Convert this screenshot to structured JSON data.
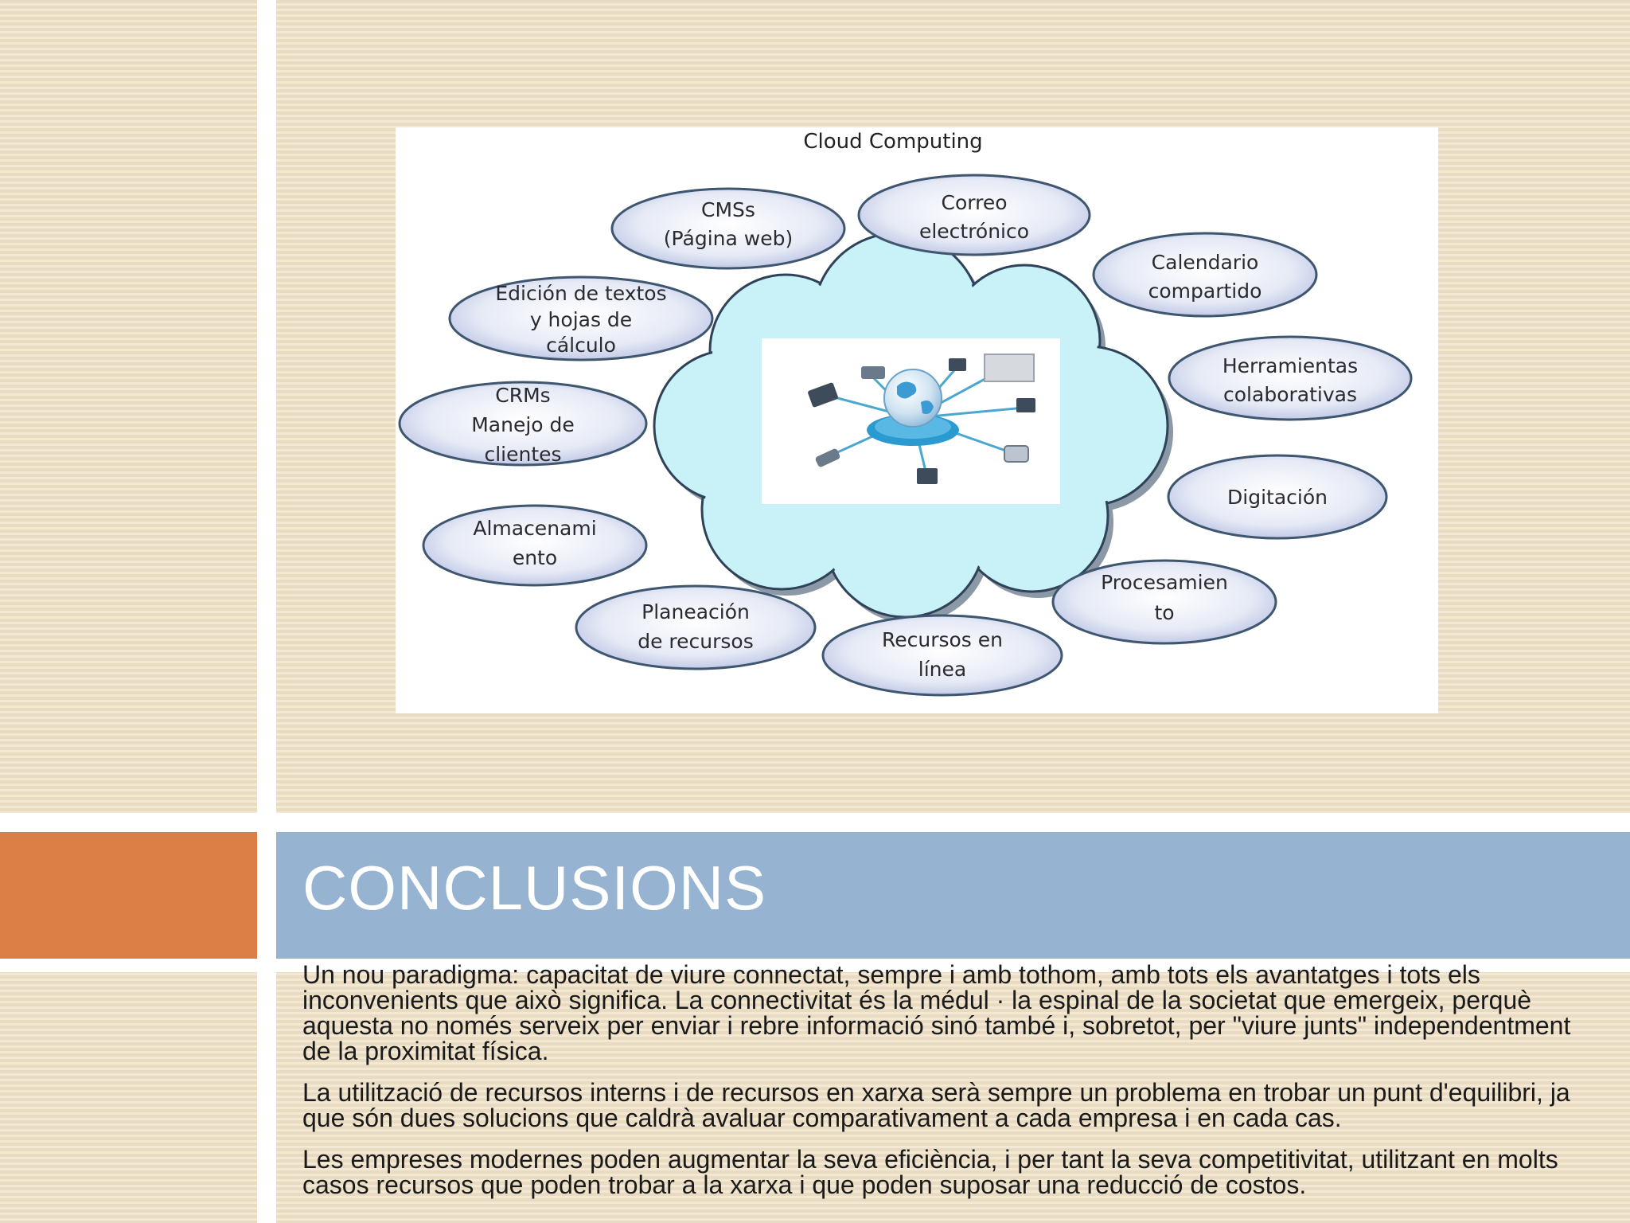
{
  "figure": {
    "title": "Cloud Computing",
    "nodes": [
      {
        "lines": [
          "CMSs",
          "(Página web)"
        ]
      },
      {
        "lines": [
          "Correo",
          "electrónico"
        ]
      },
      {
        "lines": [
          "Calendario",
          "compartido"
        ]
      },
      {
        "lines": [
          "Herramientas",
          "colaborativas"
        ]
      },
      {
        "lines": [
          "Digitación"
        ]
      },
      {
        "lines": [
          "Procesamien",
          "to"
        ]
      },
      {
        "lines": [
          "Recursos en",
          "línea"
        ]
      },
      {
        "lines": [
          "Planeación",
          "de recursos"
        ]
      },
      {
        "lines": [
          "Almacenami",
          "ento"
        ]
      },
      {
        "lines": [
          "CRMs",
          "Manejo de",
          "clientes"
        ]
      },
      {
        "lines": [
          "Edición de textos",
          "y hojas de",
          "cálculo"
        ]
      }
    ]
  },
  "slide": {
    "title": "CONCLUSIONS",
    "paragraphs": [
      "Un nou paradigma: capacitat de viure connectat, sempre i amb tothom, amb tots els avantatges i tots els inconvenients que això significa. La connectivitat és la médul · la espinal de la societat que emergeix, perquè aquesta no només serveix per enviar i rebre informació sinó també i, sobretot, per \"viure junts\" independentment de la proximitat física.",
      "La utilització de recursos interns  i de recursos en xarxa serà sempre un problema en trobar un punt d'equilibri, ja que són dues solucions que caldrà avaluar comparativament a cada empresa i en cada cas.",
      "Les empreses modernes poden augmentar la seva eficiència, i per tant la seva competitivitat, utilitzant en molts casos recursos que poden trobar a la xarxa i que poden suposar una reducció de costos."
    ]
  }
}
